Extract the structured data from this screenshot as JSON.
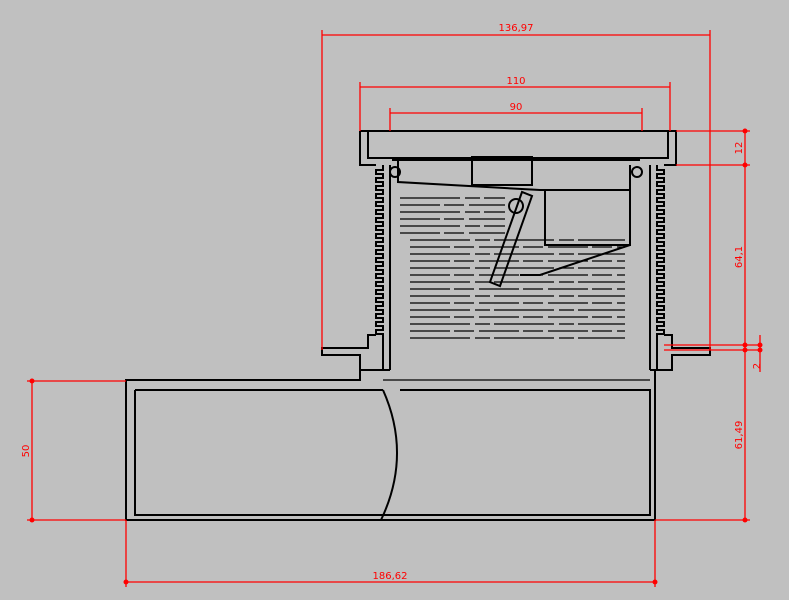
{
  "drawing": {
    "title": "Floor drain section drawing",
    "colors": {
      "background": "#c0c0c0",
      "geometry": "#000000",
      "dimension": "#ff0000"
    },
    "dimensions": {
      "overall_flange_width": "136,97",
      "grate_width": "110",
      "grate_inner_width": "90",
      "grate_height": "12",
      "body_height": "64,1",
      "flange_thickness": "2",
      "outlet_height": "61,49",
      "outlet_diameter": "50",
      "overall_length": "186,62"
    }
  }
}
